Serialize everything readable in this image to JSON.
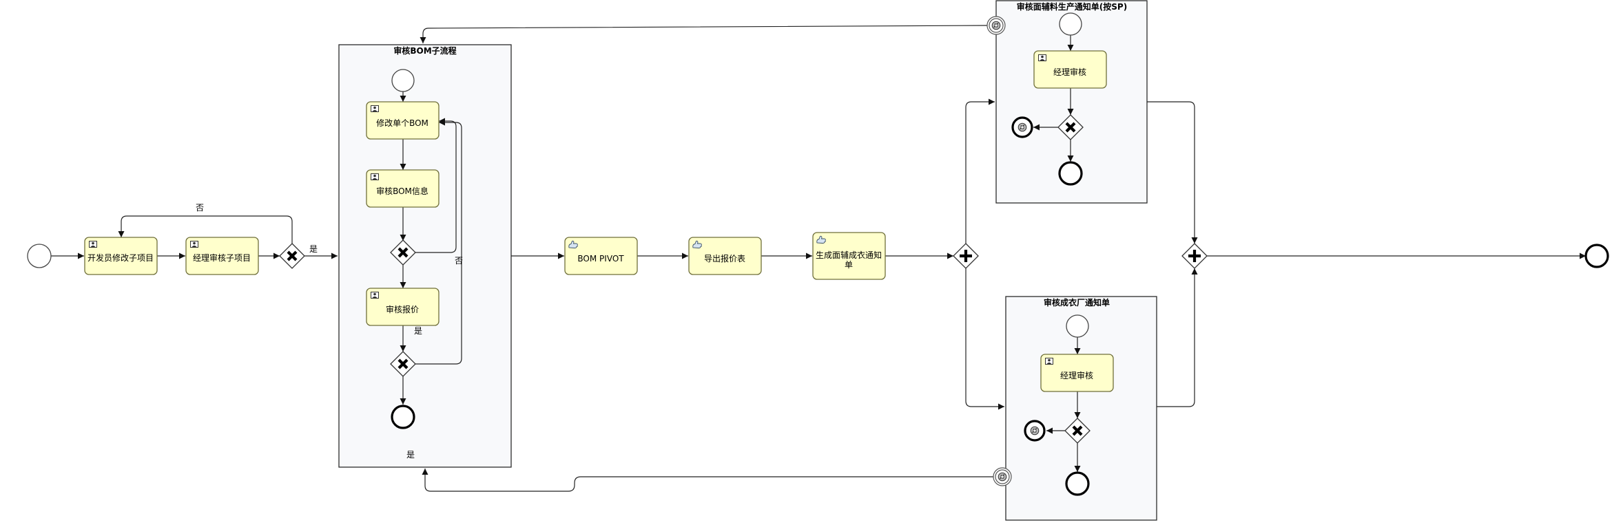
{
  "tasks": {
    "t1": {
      "label": "开发员修改子项目"
    },
    "t2": {
      "label": "经理审核子项目"
    },
    "t3": {
      "label": "修改单个BOM"
    },
    "t4": {
      "label": "审核BOM信息"
    },
    "t5": {
      "label": "审核报价"
    },
    "t6": {
      "label": "BOM PIVOT"
    },
    "t7": {
      "label": "导出报价表"
    },
    "t8": {
      "label_line1": "生成面辅成衣通知",
      "label_line2": "单"
    },
    "t9": {
      "label": "经理审核"
    },
    "t10": {
      "label": "经理审核"
    }
  },
  "subprocesses": {
    "bom": {
      "title": "审核BOM子流程"
    },
    "sp": {
      "title": "审核面辅料生产通知单(按SP)"
    },
    "factory": {
      "title": "审核成衣厂通知单"
    }
  },
  "labels": {
    "no_top": "否",
    "yes_gw1": "是",
    "no_bom": "否",
    "yes_bom": "是",
    "yes_bottom": "是"
  },
  "colors": {
    "task_fill": "#ffffcc",
    "task_stroke": "#6f6f3a",
    "subprocess_fill": "#f8f9fb"
  }
}
